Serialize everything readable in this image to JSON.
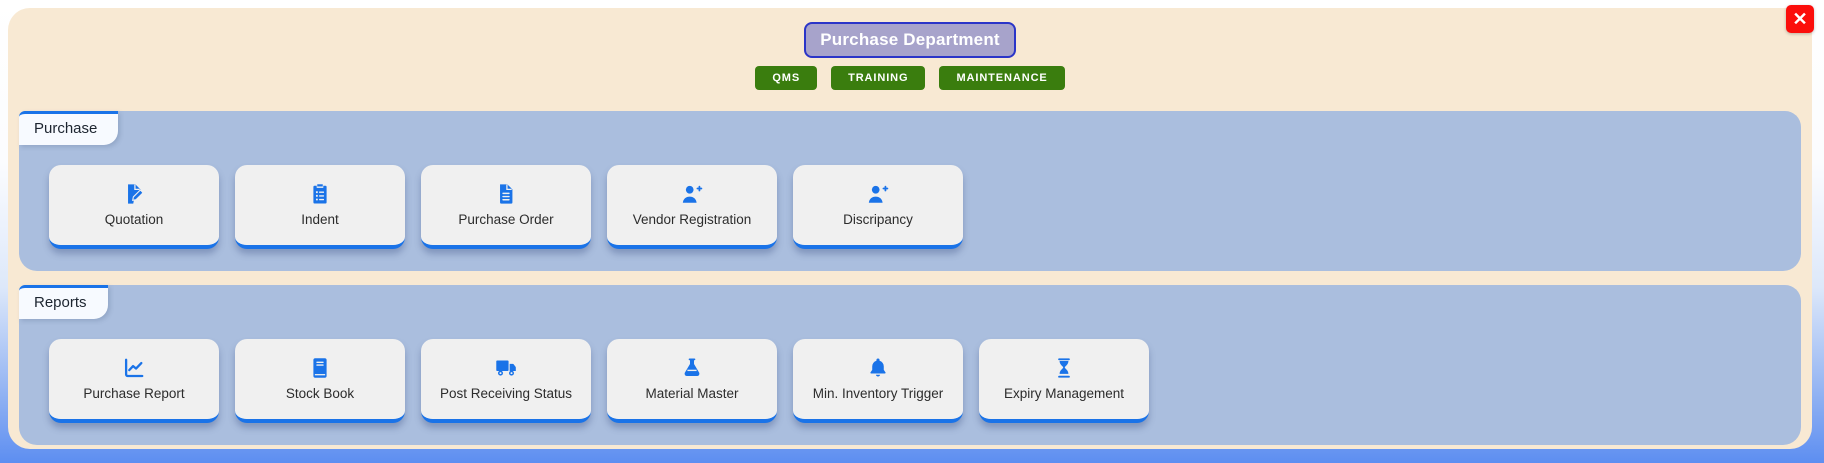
{
  "window": {
    "close_label": "✕"
  },
  "header": {
    "title": "Purchase Department",
    "actions": [
      {
        "label": "QMS"
      },
      {
        "label": "TRAINING"
      },
      {
        "label": "MAINTENANCE"
      }
    ]
  },
  "colors": {
    "accent_blue": "#1a73e8",
    "panel_blue": "#aabede",
    "cream": "#f8e9d3",
    "card_bg": "#f0f0f0",
    "green": "#3a7d0e",
    "badge_purple": "#a7a3cb",
    "badge_border": "#2b35c8",
    "close_red": "#fb0e0b"
  },
  "sections": [
    {
      "tab": "Purchase",
      "cards": [
        {
          "label": "Quotation",
          "icon": "file-pen-icon"
        },
        {
          "label": "Indent",
          "icon": "clipboard-icon"
        },
        {
          "label": "Purchase Order",
          "icon": "file-lines-icon"
        },
        {
          "label": "Vendor Registration",
          "icon": "user-plus-icon"
        },
        {
          "label": "Discripancy",
          "icon": "user-plus-icon"
        }
      ]
    },
    {
      "tab": "Reports",
      "cards": [
        {
          "label": "Purchase Report",
          "icon": "chart-line-icon"
        },
        {
          "label": "Stock Book",
          "icon": "book-icon"
        },
        {
          "label": "Post Receiving Status",
          "icon": "truck-icon"
        },
        {
          "label": "Material Master",
          "icon": "flask-icon"
        },
        {
          "label": "Min. Inventory Trigger",
          "icon": "bell-icon"
        },
        {
          "label": "Expiry Management",
          "icon": "hourglass-icon"
        }
      ]
    }
  ]
}
